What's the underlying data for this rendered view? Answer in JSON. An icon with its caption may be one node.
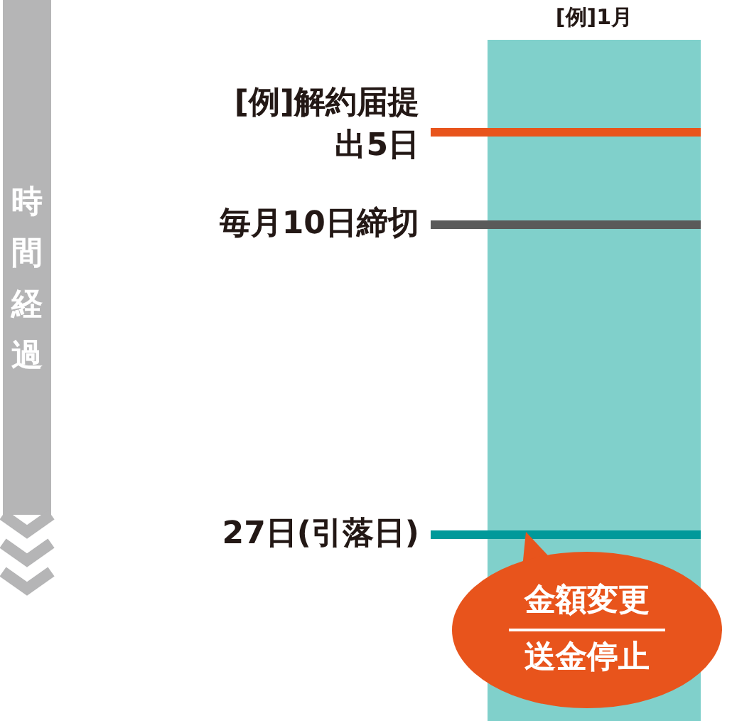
{
  "diagram": {
    "nodes": [
      {
        "text": [
          "時間経過"
        ]
      },
      {
        "text": [
          "[例]1月"
        ]
      },
      {
        "text": [
          "[例]解約届提出5日"
        ]
      },
      {
        "text": [
          "毎月10日締切"
        ]
      },
      {
        "text": [
          "27日(引落日)"
        ]
      },
      {
        "text": [
          "金額変更",
          "送金停止"
        ]
      }
    ],
    "edges": [
      {
        "from": 2,
        "to": 1,
        "arrow": "none",
        "color": "#e8541c"
      },
      {
        "from": 3,
        "to": 1,
        "arrow": "none",
        "color": "#5a5a5a"
      },
      {
        "from": 4,
        "to": 1,
        "arrow": "none",
        "color": "#00999a"
      }
    ]
  }
}
